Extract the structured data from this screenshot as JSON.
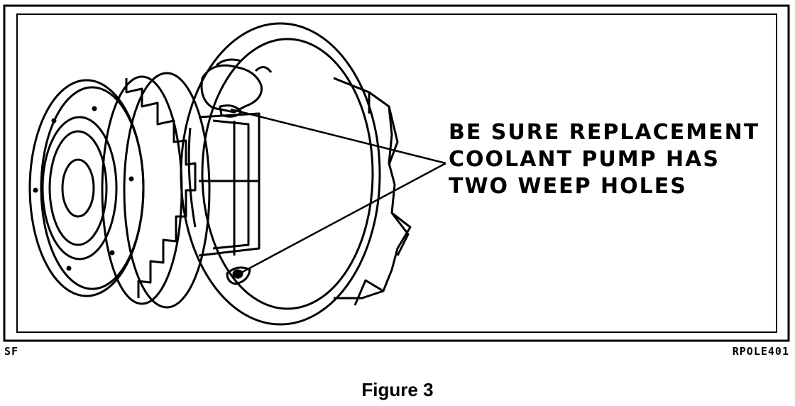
{
  "diagram": {
    "callout_lines": [
      "BE SURE REPLACEMENT",
      "COOLANT PUMP HAS",
      "TWO WEEP HOLES"
    ],
    "code_left": "SF",
    "code_right": "RPOLE401",
    "caption": "Figure 3",
    "line_color": "#000000",
    "background_color": "#ffffff",
    "subject_icon": "coolant-pump-icon"
  }
}
